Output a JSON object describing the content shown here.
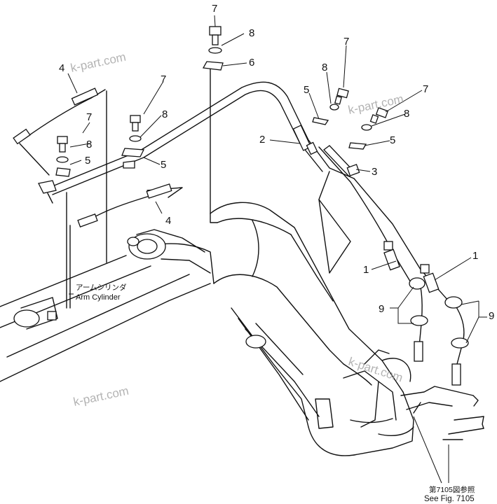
{
  "callouts": [
    "1",
    "2",
    "3",
    "4",
    "5",
    "6",
    "7",
    "8",
    "9"
  ],
  "labels": {
    "arm_cylinder_jp": "アームシリンダ",
    "arm_cylinder_en": "Arm Cylinder",
    "see_fig_jp": "第7105図参照",
    "see_fig_en": "See Fig. 7105"
  },
  "watermark": "k-part.com"
}
